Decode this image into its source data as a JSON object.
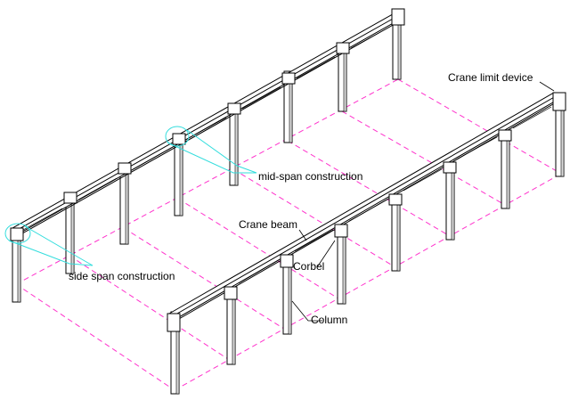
{
  "labels": {
    "crane_limit_device": "Crane limit device",
    "mid_span_construction": "mid-span construction",
    "crane_beam": "Crane beam",
    "corbel": "Corbel",
    "side_span_construction": "side span construction",
    "column": "Column"
  },
  "colors": {
    "gridline": "#ff33cc",
    "highlight": "#33dddd",
    "structure": "#000000"
  }
}
